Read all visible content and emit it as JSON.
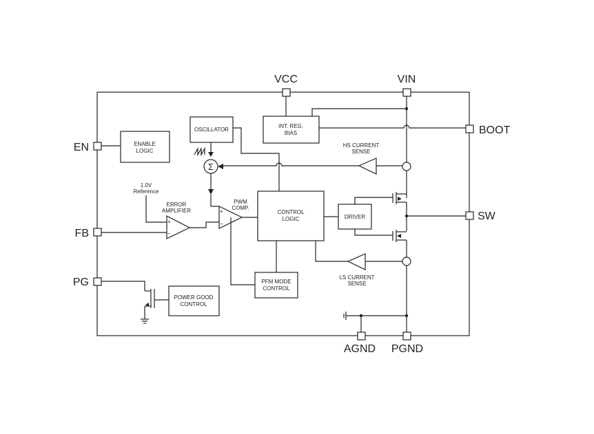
{
  "pins": {
    "vcc": "VCC",
    "vin": "VIN",
    "boot": "BOOT",
    "en": "EN",
    "fb": "FB",
    "pg": "PG",
    "sw": "SW",
    "agnd": "AGND",
    "pgnd": "PGND"
  },
  "blocks": {
    "enable_logic": [
      "ENABLE",
      "LOGIC"
    ],
    "oscillator": "OSCILLATOR",
    "int_reg_bias": [
      "INT. REG.",
      "BIAS"
    ],
    "control_logic": [
      "CONTROL",
      "LOGIC"
    ],
    "driver": "DRIVER",
    "pfm_mode_control": [
      "PFM MODE",
      "CONTROL"
    ],
    "power_good_control": [
      "POWER GOOD",
      "CONTROL"
    ]
  },
  "labels": {
    "reference": [
      "1.0V",
      "Reference"
    ],
    "error_amplifier": [
      "ERROR",
      "AMPLIFIER"
    ],
    "pwm_comp": [
      "PWM",
      "COMP."
    ],
    "hs_current_sense": [
      "HS CURRENT",
      "SENSE"
    ],
    "ls_current_sense": [
      "LS CURRENT",
      "SENSE"
    ],
    "summer_symbol": "Σ",
    "plus": "+",
    "minus": "−"
  },
  "colors": {
    "line": "#222222",
    "background": "#ffffff"
  }
}
